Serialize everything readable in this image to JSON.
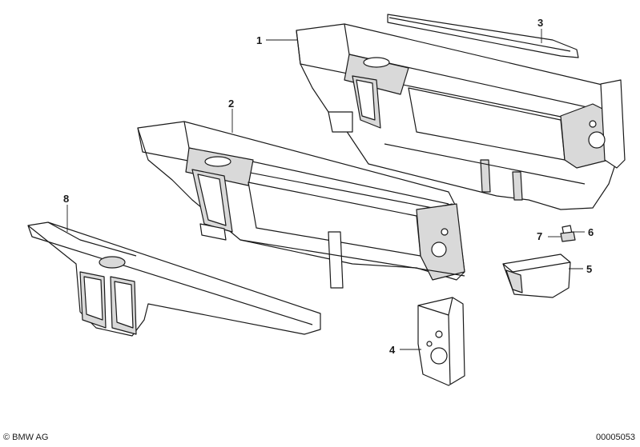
{
  "callouts": {
    "c1": "1",
    "c2": "2",
    "c3": "3",
    "c4": "4",
    "c5": "5",
    "c6": "6",
    "c7": "7",
    "c8": "8"
  },
  "footer": {
    "copyright": "© BMW AG",
    "doc_number": "00005053"
  },
  "colors": {
    "line": "#1a1a1a",
    "fill": "#ffffff",
    "shade": "#d9d9d9"
  }
}
